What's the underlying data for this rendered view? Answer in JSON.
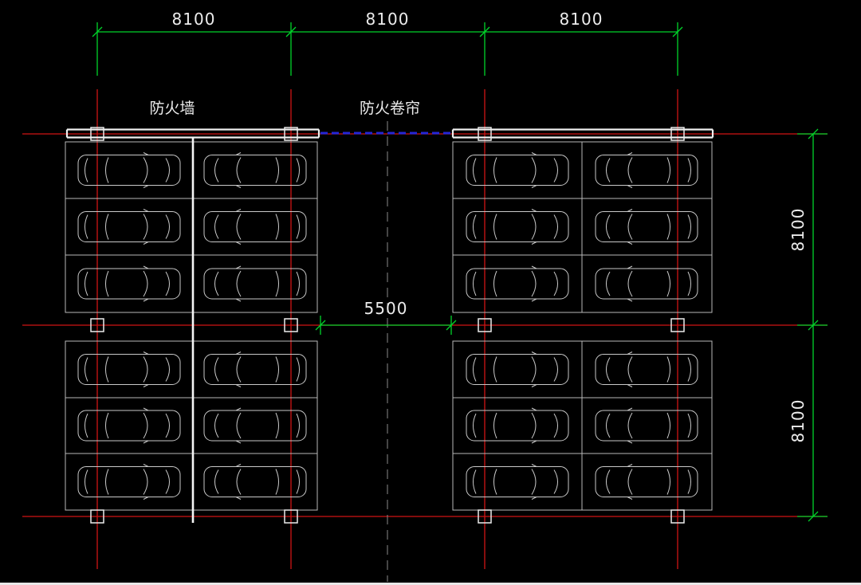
{
  "drawing": {
    "type": "cad-parking-floor-plan",
    "labels": {
      "fire_wall": "防火墙",
      "fire_shutter": "防火卷帘"
    },
    "dims": {
      "top": [
        "8100",
        "8100",
        "8100"
      ],
      "right": [
        "8100",
        "8100"
      ],
      "aisle": "5500"
    },
    "parking": {
      "blocks": 4,
      "stalls_per_block": 6,
      "total_cars": 24
    },
    "colors": {
      "background": "#000000",
      "grid_line_red": "#cf1414",
      "dimension_green": "#00d42a",
      "wall_white": "#f0f0f0",
      "stall_gray": "#b9b9b9",
      "shutter_blue": "#2626d6",
      "text": "#ececec"
    },
    "icons": {
      "car": "car-top-view-icon",
      "column": "column-marker-square"
    }
  }
}
